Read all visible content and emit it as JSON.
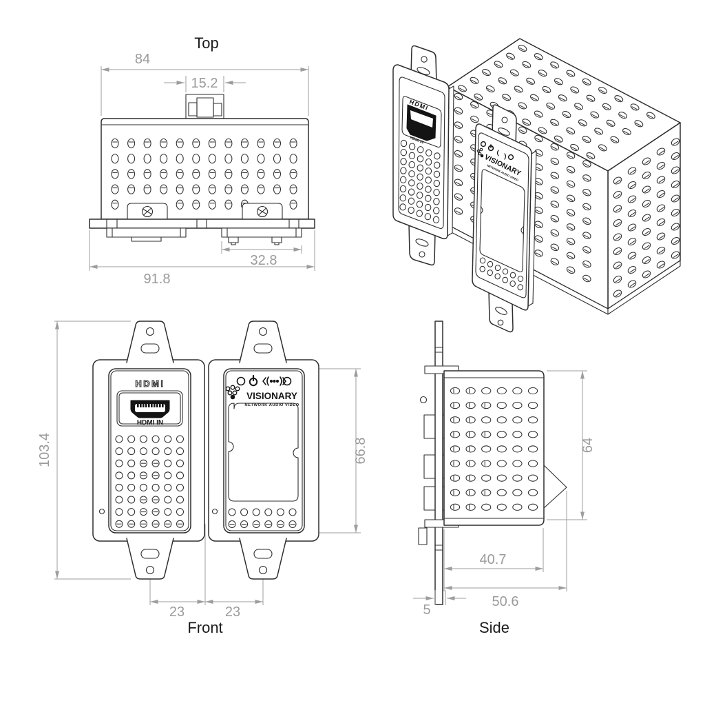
{
  "drawing": {
    "views": {
      "top": {
        "title": "Top",
        "dim_overall_width": "84",
        "dim_connector_width": "15.2",
        "dim_connector_block_width": "32.8",
        "dim_base_width": "91.8"
      },
      "front": {
        "title": "Front",
        "dim_overall_height": "103.4",
        "dim_faceplate_height": "66.8",
        "dim_hole_offset_left": "23",
        "dim_hole_offset_right": "23"
      },
      "side": {
        "title": "Side",
        "dim_body_height": "64",
        "dim_body_depth": "40.7",
        "dim_overall_depth": "50.6",
        "dim_plate_thickness": "5"
      }
    },
    "labels": {
      "hdmi": "HDMI",
      "hdmi_in": "HDMI IN",
      "brand": "VISIONARY",
      "brand_tagline": "NETWORK AUDIO VIDEO"
    },
    "icons": [
      "led-circle-icon",
      "power-icon",
      "signal-icon",
      "led-circle-icon",
      "grapes-logo-icon"
    ],
    "colors": {
      "line": "#2e2e2e",
      "dimension": "#9d9d9d",
      "background": "#ffffff",
      "connector_fill": "#141414"
    }
  }
}
